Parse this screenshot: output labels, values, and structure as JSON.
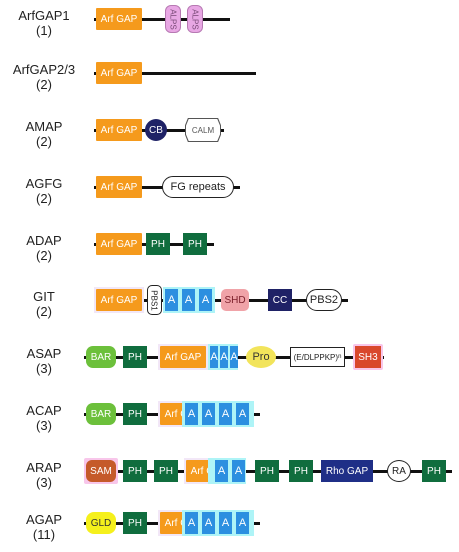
{
  "proteins": [
    {
      "name": "ArfGAP1",
      "count": "(1)",
      "domains": {
        "arfgap": "Arf GAP",
        "alps1": "ALPS",
        "alps2": "ALPS"
      }
    },
    {
      "name": "ArfGAP2/3",
      "count": "(2)",
      "domains": {
        "arfgap": "Arf GAP"
      }
    },
    {
      "name": "AMAP",
      "count": "(2)",
      "domains": {
        "arfgap": "Arf GAP",
        "cb": "CB",
        "calm": "CALM"
      }
    },
    {
      "name": "AGFG",
      "count": "(2)",
      "domains": {
        "arfgap": "Arf GAP",
        "fg": "FG repeats"
      }
    },
    {
      "name": "ADAP",
      "count": "(2)",
      "domains": {
        "arfgap": "Arf GAP",
        "ph1": "PH",
        "ph2": "PH"
      }
    },
    {
      "name": "GIT",
      "count": "(2)",
      "domains": {
        "arfgap": "Arf GAP",
        "pbs1": "PBS1",
        "a1": "A",
        "a2": "A",
        "a3": "A",
        "shd": "SHD",
        "cc": "CC",
        "pbs2": "PBS2"
      }
    },
    {
      "name": "ASAP",
      "count": "(3)",
      "domains": {
        "bar": "BAR",
        "ph": "PH",
        "arfgap": "Arf GAP",
        "a1": "A",
        "a2": "A",
        "a3": "A",
        "pro": "Pro",
        "repeat": "(E/DLPPKP)",
        "repeat_sub": "n",
        "sh3": "SH3"
      }
    },
    {
      "name": "ACAP",
      "count": "(3)",
      "domains": {
        "bar": "BAR",
        "ph": "PH",
        "arfgap": "Arf GAP",
        "a1": "A",
        "a2": "A",
        "a3": "A",
        "a4": "A"
      }
    },
    {
      "name": "ARAP",
      "count": "(3)",
      "domains": {
        "sam": "SAM",
        "ph1": "PH",
        "ph2": "PH",
        "arfgap": "Arf GAP",
        "a1": "A",
        "a2": "A",
        "ph3": "PH",
        "ph4": "PH",
        "rhogap": "Rho GAP",
        "ra": "RA",
        "ph5": "PH"
      }
    },
    {
      "name": "AGAP",
      "count": "(11)",
      "domains": {
        "gld": "GLD",
        "ph": "PH",
        "arfgap": "Arf GAP",
        "a1": "A",
        "a2": "A",
        "a3": "A",
        "a4": "A"
      }
    }
  ],
  "colors": {
    "arfgap": "#f59a1c",
    "ph": "#106d3e",
    "ankyrin": "#2c8fe0",
    "bar": "#6cc03b",
    "cb_cc": "#1f2266",
    "rhogap": "#1f2f87",
    "sh3": "#d9482c",
    "sam": "#c55a2a",
    "gld": "#f5f01c",
    "pro": "#f2e45b",
    "shd": "#f0a3a8",
    "alps": "#e8a7e4"
  }
}
